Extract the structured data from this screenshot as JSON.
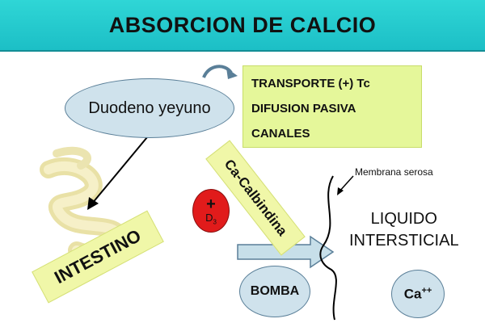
{
  "title": "ABSORCION DE CALCIO",
  "duodeno": "Duodeno yeyuno",
  "info_box": {
    "lines": [
      "TRANSPORTE  (+) Tc",
      "DIFUSION PASIVA",
      "CANALES"
    ]
  },
  "intestino": "INTESTINO",
  "calbindina": "Ca-Calbindina",
  "vitamin_d": {
    "plus": "+",
    "label": "D",
    "sub": "3"
  },
  "membrana": "Membrana serosa",
  "liquido": {
    "line1": "LIQUIDO",
    "line2": "INTERSTICIAL"
  },
  "bomba": "BOMBA",
  "calcium": {
    "base": "Ca",
    "sup": "++"
  },
  "colors": {
    "title_bar": "#1cbfc6",
    "info_box": "#e5f79a",
    "banner": "#f0f7a8",
    "ellipse": "#cfe2ec",
    "vitamin_circle": "#e11b1b",
    "big_arrow": "#c7dfe9"
  },
  "icons": [
    "curved-arrow-icon",
    "intestine-icon",
    "membrane-curve-icon",
    "big-right-arrow-icon"
  ]
}
